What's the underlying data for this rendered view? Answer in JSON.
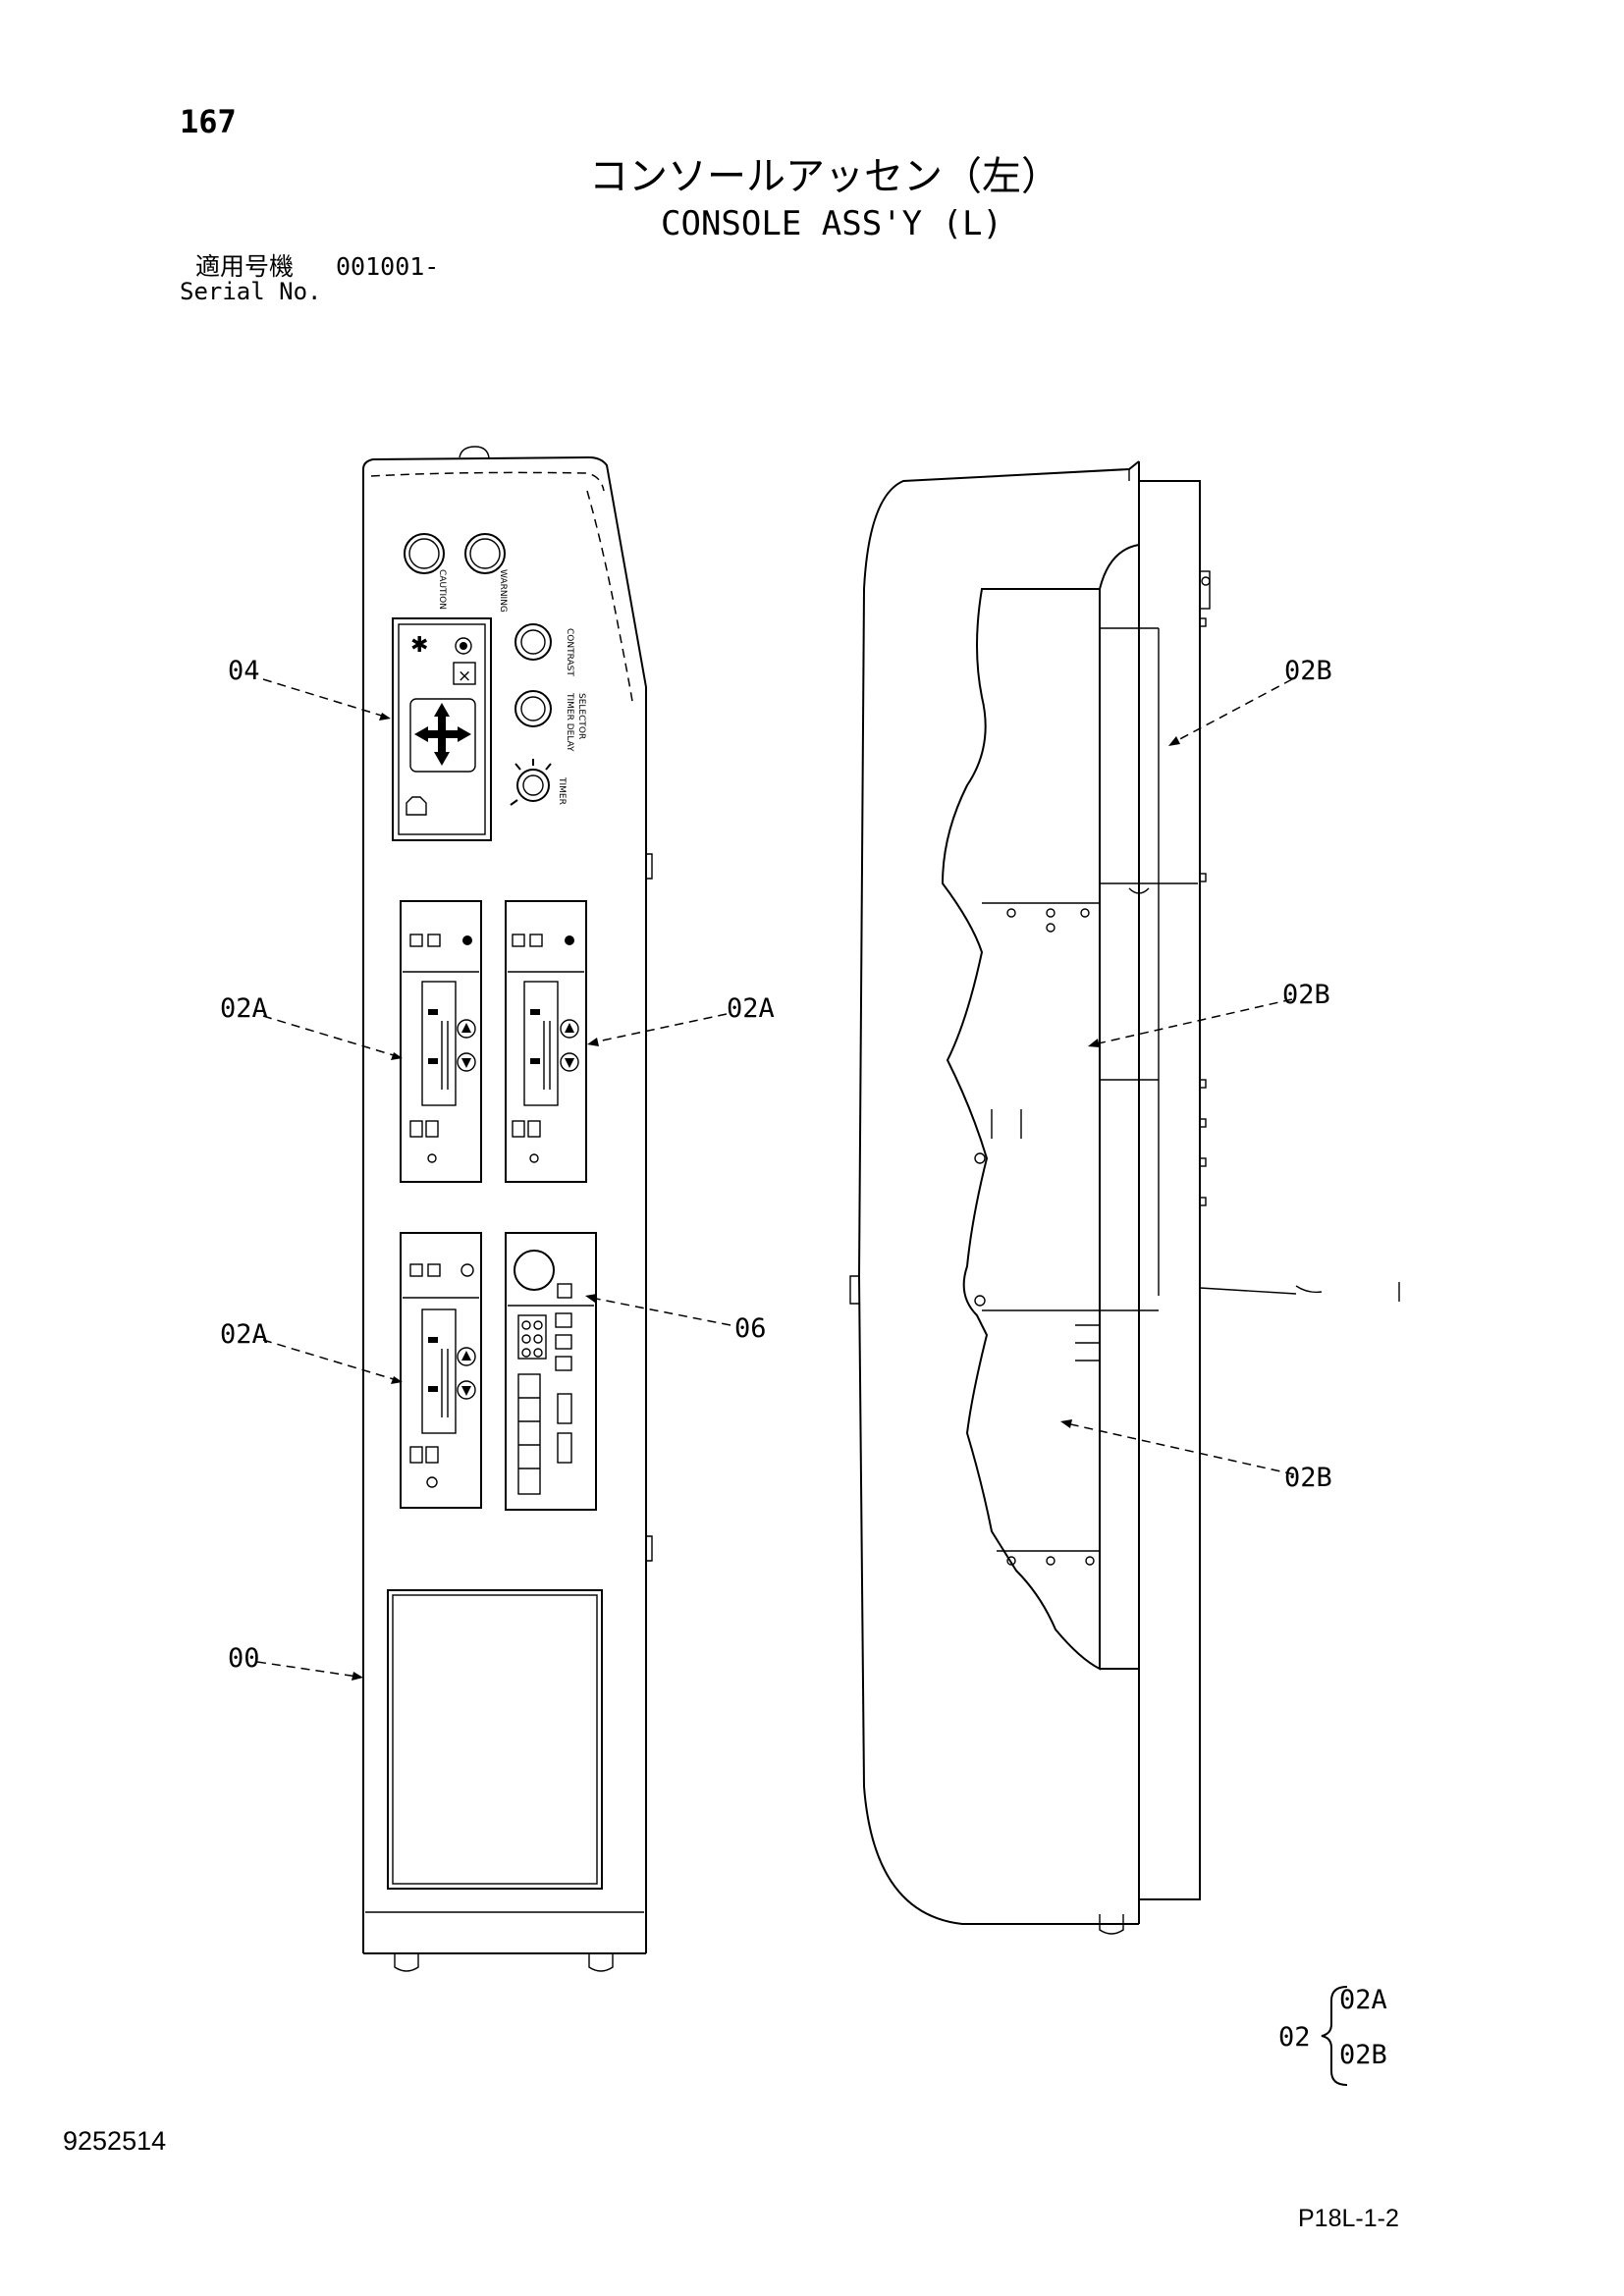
{
  "header": {
    "page_number": "167",
    "title_jp": "コンソールアッセン（左）",
    "title_en": "CONSOLE ASS'Y (L)",
    "serial_label_jp": "適用号機",
    "serial_value": "001001-",
    "serial_label_en": "Serial No."
  },
  "panel_labels": {
    "caution": "CAUTION",
    "warning": "WARNING",
    "contrast": "CONTRAST",
    "timer_delay": "TIMER DELAY",
    "selector": "SELECTOR",
    "timer": "TIMER"
  },
  "callouts": {
    "c04": "04",
    "c02a_1": "02A",
    "c02a_2": "02A",
    "c02a_3": "02A",
    "c06": "06",
    "c00": "00",
    "c02b_1": "02B",
    "c02b_2": "02B",
    "c02b_3": "02B"
  },
  "legend": {
    "parent": "02",
    "children": [
      "02A",
      "02B"
    ]
  },
  "footer": {
    "doc_number": "9252514",
    "sheet_code": "P18L-1-2"
  }
}
